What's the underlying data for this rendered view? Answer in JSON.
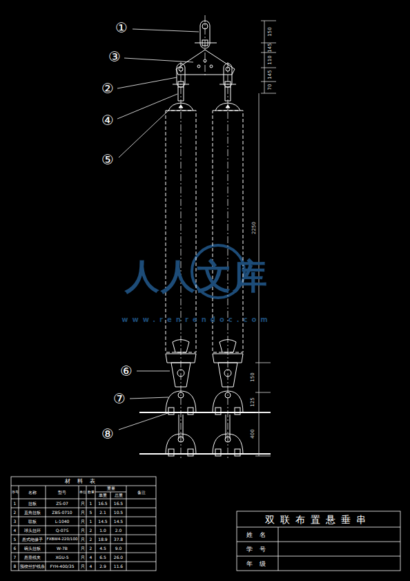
{
  "diagram": {
    "title": "双联布置悬垂串",
    "labels": [
      "①",
      "③",
      "②",
      "④",
      "⑤",
      "⑥",
      "⑦",
      "⑧",
      "150",
      "145",
      "110",
      "145",
      "70",
      "2250",
      "150",
      "125",
      "400",
      "人人文库",
      "www.renrendoc.com",
      "材料表",
      "序号",
      "名称",
      "型号",
      "单位",
      "数量",
      "重量",
      "单重",
      "总重",
      "备注",
      "1",
      "挂板",
      "ZS-07",
      "只",
      "1",
      "16.5",
      "16.5",
      "2",
      "直角挂板",
      "ZBS-0710",
      "只",
      "5",
      "2.1",
      "10.5",
      "3",
      "联板",
      "L-1040",
      "只",
      "1",
      "14.5",
      "14.5",
      "4",
      "球头挂环",
      "Q-07S",
      "只",
      "2",
      "1.0",
      "2.0",
      "5",
      "悬式绝缘子",
      "FXBW4-220/100",
      "只",
      "2",
      "18.9",
      "37.8",
      "6",
      "碗头挂板",
      "W-7B",
      "只",
      "2",
      "4.5",
      "9.0",
      "7",
      "悬垂线夹",
      "XGU-5",
      "只",
      "4",
      "6.5",
      "26.0",
      "8",
      "预绞丝护线条",
      "FYH-400/35",
      "只",
      "4",
      "2.9",
      "11.6",
      "姓 名",
      "学 号",
      "年 级"
    ]
  }
}
